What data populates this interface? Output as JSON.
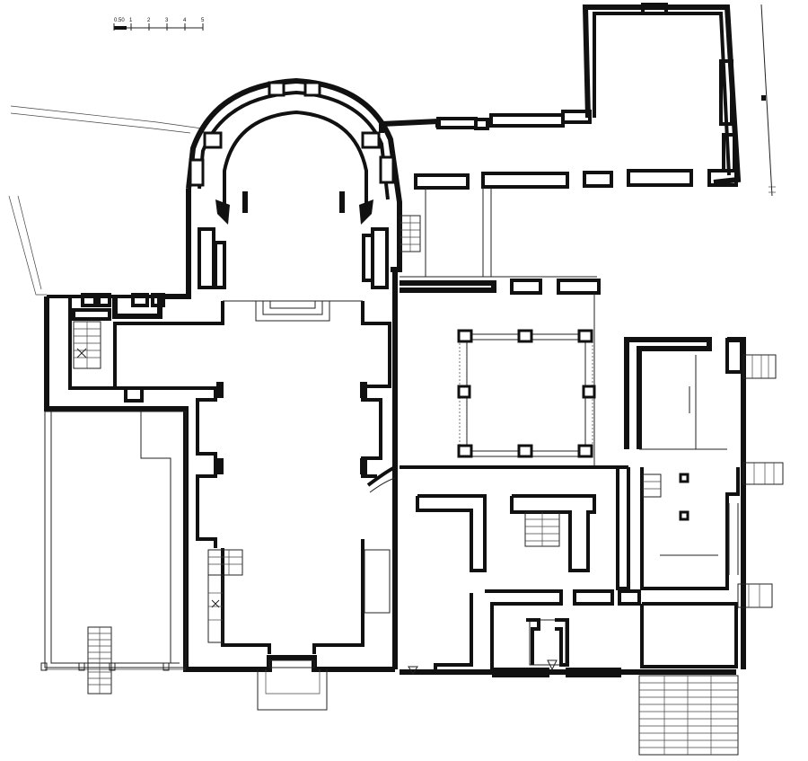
{
  "scale_bar": {
    "labels": [
      "0.50",
      "1",
      "2",
      "3",
      "4",
      "5"
    ]
  }
}
